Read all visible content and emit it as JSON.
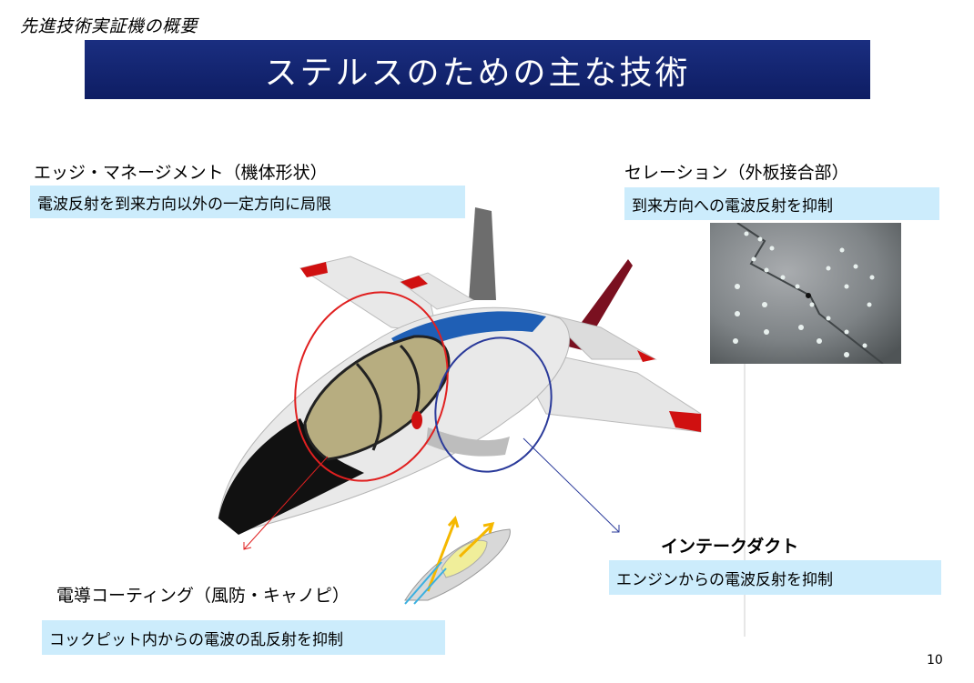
{
  "header": {
    "subtitle": "先進技術実証機の概要",
    "title": "ステルスのための主な技術"
  },
  "callouts": {
    "edge": {
      "label": "エッジ・マネージメント（機体形状）",
      "desc": "電波反射を到来方向以外の一定方向に局限"
    },
    "serration": {
      "label": "セレーション（外板接合部）",
      "desc": "到来方向への電波反射を抑制"
    },
    "intake": {
      "label": "インテークダクト",
      "desc": "エンジンからの電波反射を抑制"
    },
    "coating": {
      "label": "電導コーティング（風防・キャノピ）",
      "desc": "コックピット内からの電波の乱反射を抑制"
    }
  },
  "page_number": "10",
  "colors": {
    "title_bar": "#12246e",
    "desc_box": "#ccecfc",
    "red_ellipse": "#e02020",
    "blue_ellipse": "#2a3a9a"
  }
}
